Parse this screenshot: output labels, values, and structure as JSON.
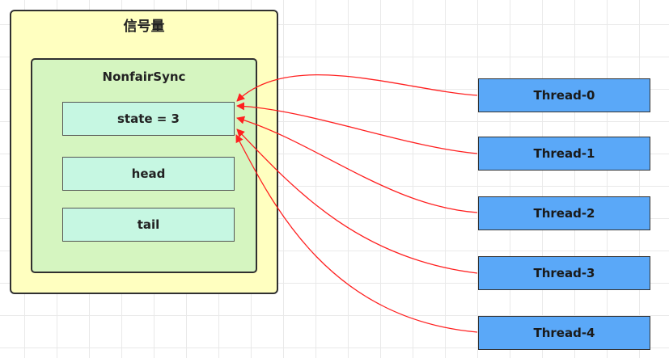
{
  "semaphore": {
    "title": "信号量"
  },
  "sync": {
    "title": "NonfairSync",
    "fields": [
      "state = 3",
      "head",
      "tail"
    ]
  },
  "threads": [
    "Thread-0",
    "Thread-1",
    "Thread-2",
    "Thread-3",
    "Thread-4"
  ],
  "colors": {
    "semaphore_bg": "#ffffc0",
    "sync_bg": "#d5f5c0",
    "field_bg": "#c6f7e2",
    "thread_bg": "#5aa8f8",
    "arrow": "#ff2020"
  }
}
